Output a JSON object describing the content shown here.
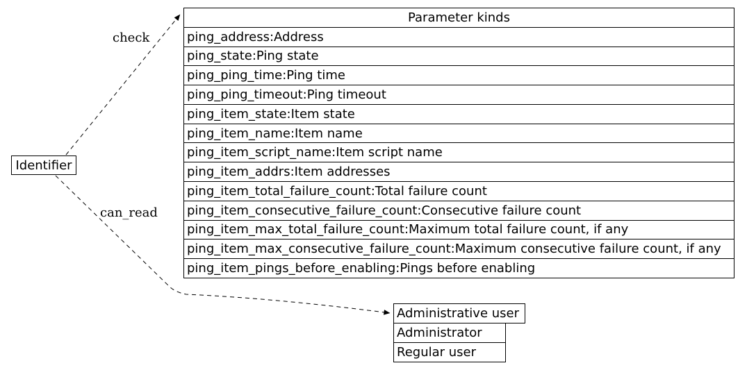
{
  "identifier_node": {
    "label": "Identifier"
  },
  "edges": {
    "check_label": "check",
    "can_read_label": "can_read"
  },
  "parameter_table": {
    "title": "Parameter kinds",
    "rows": [
      "ping_address:Address",
      "ping_state:Ping state",
      "ping_ping_time:Ping time",
      "ping_ping_timeout:Ping timeout",
      "ping_item_state:Item state",
      "ping_item_name:Item name",
      "ping_item_script_name:Item script name",
      "ping_item_addrs:Item addresses",
      "ping_item_total_failure_count:Total failure count",
      "ping_item_consecutive_failure_count:Consecutive failure count",
      "ping_item_max_total_failure_count:Maximum total failure count, if any",
      "ping_item_max_consecutive_failure_count:Maximum consecutive failure count, if any",
      "ping_item_pings_before_enabling:Pings before enabling"
    ]
  },
  "user_table": {
    "title": "Administrative user",
    "rows": [
      "Administrator",
      "Regular user"
    ]
  },
  "colors": {
    "background": "#ffffff",
    "stroke": "#000000",
    "text": "#000000"
  }
}
